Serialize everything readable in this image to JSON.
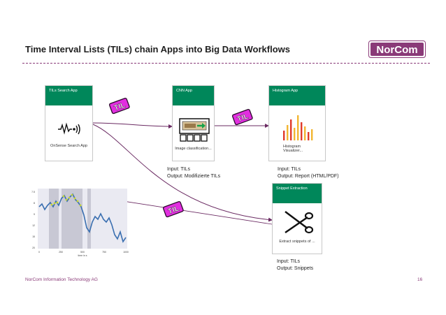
{
  "slide": {
    "title": "Time Interval Lists (TILs) chain Apps into Big Data Workflows",
    "logo_text": "NorCom",
    "footer_company": "NorCom Information Technology AG",
    "page_number": "16"
  },
  "colors": {
    "brand_purple": "#8a3a78",
    "app_header_green": "#00875a",
    "til_badge_fill": "#e22ee0"
  },
  "badge_text": "TIL",
  "apps": [
    {
      "id": "search",
      "header": "TILs Search App",
      "caption": "OnSense Search App",
      "icon": "sensor-signal-icon"
    },
    {
      "id": "cnn",
      "header": "CNN App",
      "caption": "Image classification...",
      "icon": "image-classification-icon"
    },
    {
      "id": "histogram",
      "header": "Histogram App",
      "caption": "Histogram Visualizer...",
      "icon": "histogram-icon"
    },
    {
      "id": "snippet",
      "header": "Snippet Extraction",
      "caption": "Extract snippets of ...",
      "icon": "scissors-icon"
    }
  ],
  "io": {
    "cnn": {
      "input": "Input: TILs",
      "output": "Output: Modifizierte TILs"
    },
    "histogram": {
      "input": "Input: TILs",
      "output": "Output: Report (HTML/PDF)"
    },
    "snippet": {
      "input": "Input:    TILs",
      "output": "Output: Snippets"
    }
  },
  "plot": {
    "y_ticks": [
      "7.5",
      "8",
      "9",
      "12",
      "15",
      "20"
    ],
    "x_ticks": [
      "0",
      "250",
      "500",
      "750",
      "1000"
    ],
    "x_label": "time in s"
  }
}
